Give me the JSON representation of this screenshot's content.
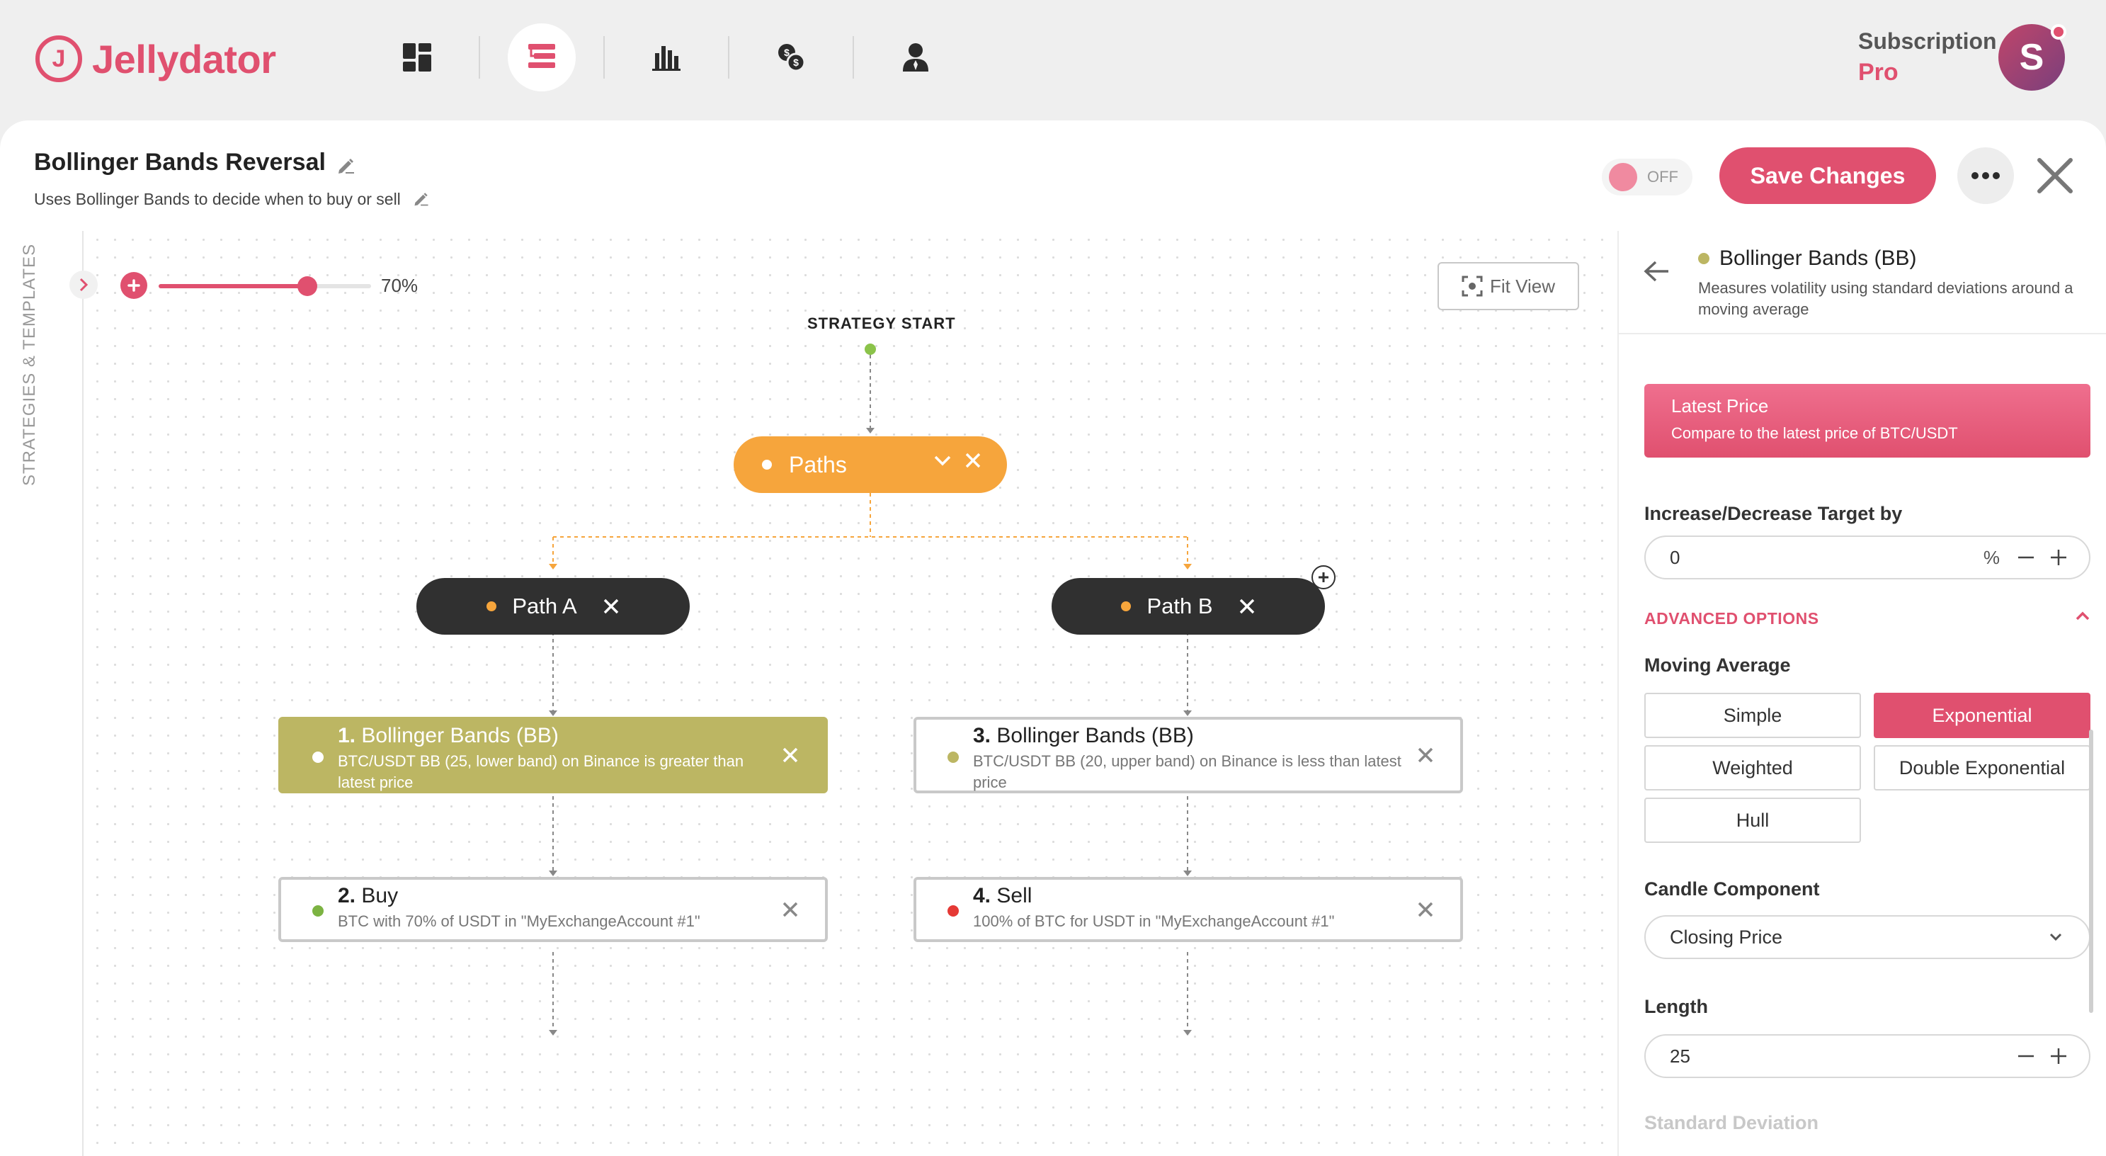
{
  "app": {
    "name": "Jellydator",
    "logo_mark": "J",
    "nav": [
      {
        "name": "dashboard-icon"
      },
      {
        "name": "strategies-icon",
        "active": true
      },
      {
        "name": "chart-icon"
      },
      {
        "name": "exchange-icon"
      },
      {
        "name": "account-icon"
      }
    ],
    "subscription_label": "Subscription",
    "subscription_value": "Pro",
    "avatar_initial": "S"
  },
  "strategy": {
    "title": "Bollinger Bands Reversal",
    "description": "Uses Bollinger Bands to decide when to buy or sell",
    "toggle_label": "OFF",
    "save_label": "Save Changes"
  },
  "canvas": {
    "side_label": "STRATEGIES & TEMPLATES",
    "zoom_label": "70%",
    "zoom_level": 0.7,
    "fit_view_label": "Fit View",
    "start_label": "STRATEGY START",
    "paths_label": "Paths",
    "path_a": "Path A",
    "path_b": "Path B",
    "nodes": [
      {
        "num": "1.",
        "title": "Bollinger Bands (BB)",
        "sub": "BTC/USDT BB (25, lower band) on Binance is greater than latest price"
      },
      {
        "num": "2.",
        "title": "Buy",
        "sub": "BTC with 70% of USDT in \"MyExchangeAccount #1\""
      },
      {
        "num": "3.",
        "title": "Bollinger Bands (BB)",
        "sub": "BTC/USDT BB (20, upper band) on Binance is less than latest price"
      },
      {
        "num": "4.",
        "title": "Sell",
        "sub": "100% of BTC for USDT in \"MyExchangeAccount #1\""
      }
    ]
  },
  "panel": {
    "title": "Bollinger Bands (BB)",
    "description": "Measures volatility using standard deviations around a moving average",
    "latest_price_title": "Latest Price",
    "latest_price_sub": "Compare to the latest price of BTC/USDT",
    "target_label": "Increase/Decrease Target by",
    "target_value": "0",
    "target_unit": "%",
    "advanced_label": "ADVANCED OPTIONS",
    "ma_label": "Moving Average",
    "ma_options": [
      "Simple",
      "Exponential",
      "Weighted",
      "Double Exponential",
      "Hull"
    ],
    "ma_selected": "Exponential",
    "candle_label": "Candle Component",
    "candle_value": "Closing Price",
    "length_label": "Length",
    "length_value": "25",
    "std_label": "Standard Deviation"
  },
  "colors": {
    "accent": "#e0506f",
    "paths": "#f6a53c",
    "selected_node": "#bcb663",
    "path_pill": "#303030",
    "buy_dot": "#7cb342",
    "sell_dot": "#e53935"
  }
}
